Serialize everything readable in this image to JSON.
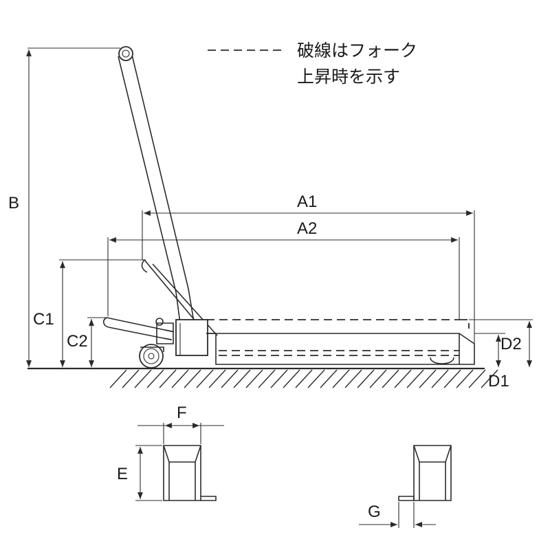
{
  "legend": {
    "dash_sample": "－－－－",
    "line1": "破線はフォーク",
    "line2": "上昇時を示す"
  },
  "labels": {
    "A1": "A1",
    "A2": "A2",
    "B": "B",
    "C1": "C1",
    "C2": "C2",
    "D1": "D1",
    "D2": "D2",
    "E": "E",
    "F": "F",
    "G": "G"
  },
  "colors": {
    "ink": "#2a2a2a",
    "background": "#ffffff"
  }
}
